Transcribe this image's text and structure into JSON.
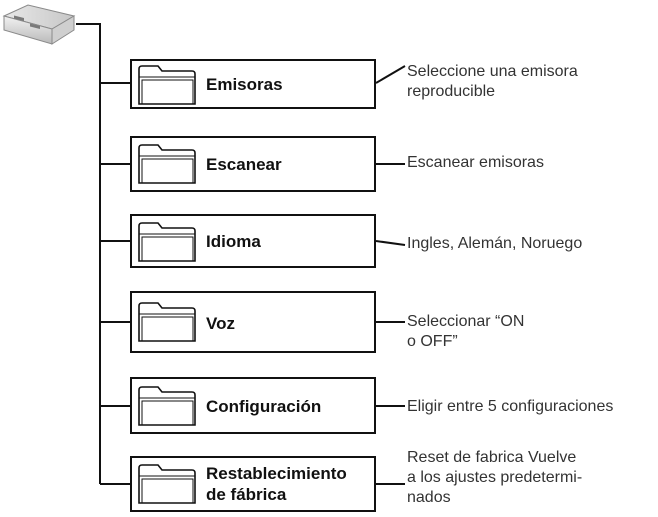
{
  "menu": [
    {
      "label": "Emisoras",
      "description": "Seleccione una  emisora\nreproducible"
    },
    {
      "label": "Escanear",
      "description": "Escanear emisoras"
    },
    {
      "label": "Idioma",
      "description": "Ingles,  Alemán, Noruego"
    },
    {
      "label": "Voz",
      "description": "Seleccionar  “ON\no OFF”"
    },
    {
      "label": "Configuración",
      "description": "Eligir entre 5 configuraciones"
    },
    {
      "label": "Restablecimiento\nde fábrica",
      "description": "Reset de fabrica  Vuelve\na los ajustes predetermi-\nnados"
    }
  ]
}
